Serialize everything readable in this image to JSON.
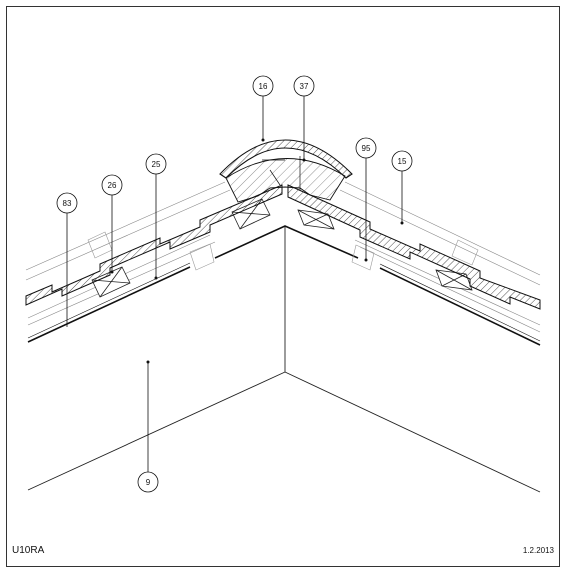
{
  "drawing": {
    "code": "U10RA",
    "date": "1.2.2013"
  },
  "callouts": [
    {
      "id": "16",
      "label": "16"
    },
    {
      "id": "37",
      "label": "37"
    },
    {
      "id": "26",
      "label": "26"
    },
    {
      "id": "25",
      "label": "25"
    },
    {
      "id": "83",
      "label": "83"
    },
    {
      "id": "95",
      "label": "95"
    },
    {
      "id": "15",
      "label": "15"
    },
    {
      "id": "9",
      "label": "9"
    }
  ]
}
